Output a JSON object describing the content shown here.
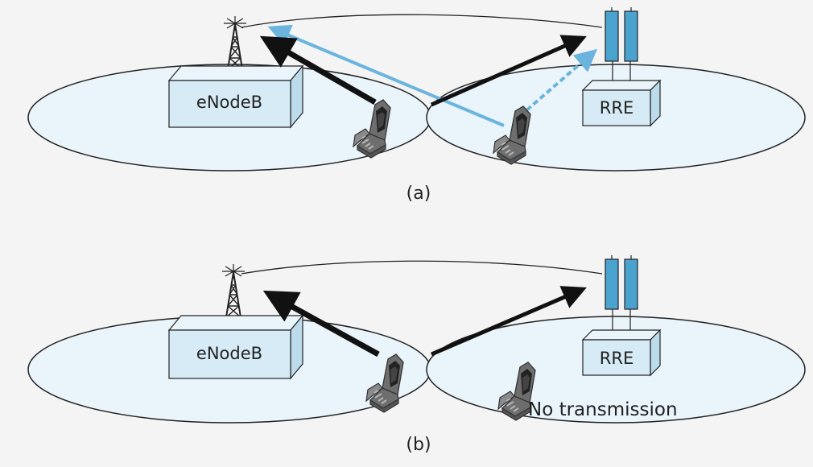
{
  "panels": [
    {
      "caption": "(a)",
      "enodeb_label": "eNodeB",
      "rre_label": "RRE",
      "note": ""
    },
    {
      "caption": "(b)",
      "enodeb_label": "eNodeB",
      "rre_label": "RRE",
      "note": "No transmission"
    }
  ],
  "colors": {
    "background": "#f4f4f4",
    "cell": "#eaf4fb",
    "box_front": "#d6ebf6",
    "box_top": "#e9f5fb",
    "box_side": "#bcdcec",
    "rre_antenna": "#4aa3cf",
    "arrow_dark": "#111111",
    "arrow_blue": "#6ab4de",
    "phone": "#7a7a7a"
  }
}
